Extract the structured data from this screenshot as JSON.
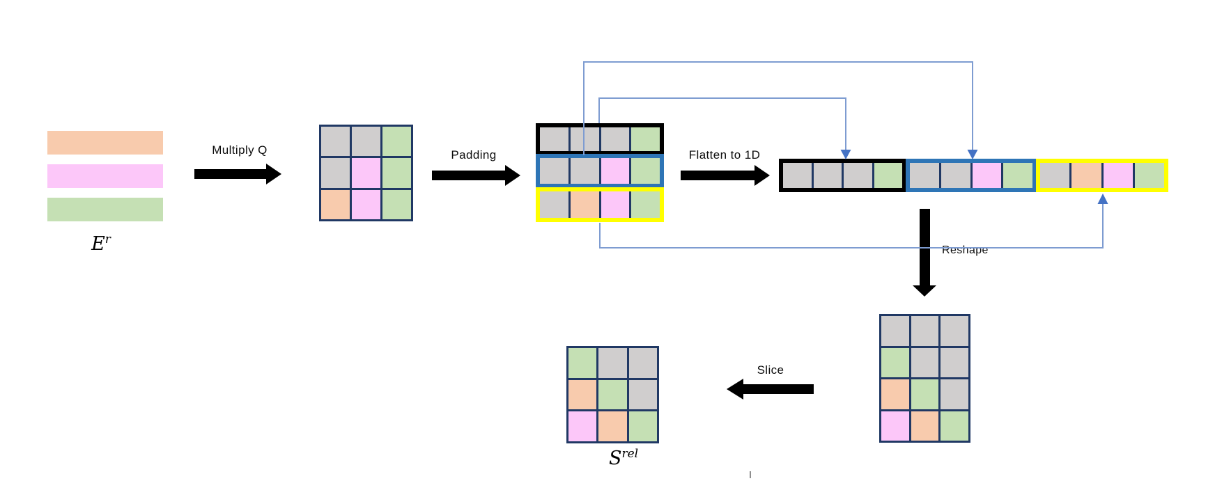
{
  "labels": {
    "multiply_q": "Multiply Q",
    "padding": "Padding",
    "flatten": "Flatten to 1D",
    "reshape": "Reshape",
    "slice": "Slice",
    "input_base": "E",
    "input_sup": "r",
    "output_base": "S",
    "output_sup": "rel"
  },
  "colors": {
    "gray": "#D0CECE",
    "green": "#C5E0B4",
    "pink": "#FCC7F9",
    "orange": "#F8CBAD",
    "navy": "#203864",
    "frame_black": "#000000",
    "frame_blue": "#2E75B6",
    "frame_yellow": "#FFFF00",
    "arrow": "#000000",
    "connector": "#7E9CD1",
    "connector_head": "#4472C4"
  },
  "matrices": {
    "input_bars": [
      "orange",
      "pink",
      "green"
    ],
    "multiplied": [
      [
        "gray",
        "gray",
        "green"
      ],
      [
        "gray",
        "pink",
        "green"
      ],
      [
        "orange",
        "pink",
        "green"
      ]
    ],
    "padded_rows": [
      {
        "outline": "frame_black",
        "cells": [
          "gray",
          "gray",
          "gray",
          "green"
        ]
      },
      {
        "outline": "frame_blue",
        "cells": [
          "gray",
          "gray",
          "pink",
          "green"
        ]
      },
      {
        "outline": "frame_yellow",
        "cells": [
          "gray",
          "orange",
          "pink",
          "green"
        ]
      }
    ],
    "flattened_groups": [
      {
        "outline": "frame_black",
        "cells": [
          "gray",
          "gray",
          "gray",
          "green"
        ]
      },
      {
        "outline": "frame_blue",
        "cells": [
          "gray",
          "gray",
          "pink",
          "green"
        ]
      },
      {
        "outline": "frame_yellow",
        "cells": [
          "gray",
          "orange",
          "pink",
          "green"
        ]
      }
    ],
    "reshaped": [
      [
        "gray",
        "gray",
        "gray"
      ],
      [
        "green",
        "gray",
        "gray"
      ],
      [
        "orange",
        "green",
        "gray"
      ],
      [
        "pink",
        "orange",
        "green"
      ]
    ],
    "sliced": [
      [
        "green",
        "gray",
        "gray"
      ],
      [
        "orange",
        "green",
        "gray"
      ],
      [
        "pink",
        "orange",
        "green"
      ]
    ]
  }
}
